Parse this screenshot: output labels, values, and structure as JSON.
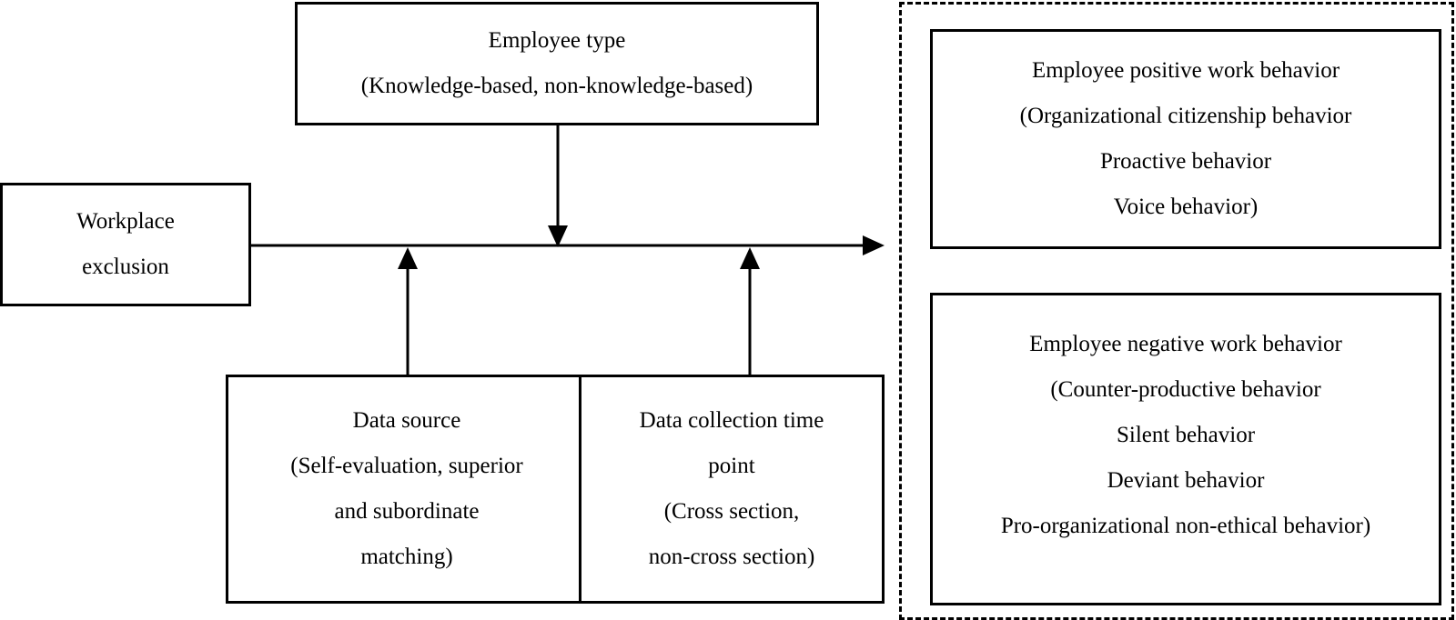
{
  "employee_type": {
    "title": "Employee type",
    "detail": "(Knowledge-based, non-knowledge-based)"
  },
  "workplace_exclusion": {
    "line1": "Workplace",
    "line2": "exclusion"
  },
  "data_source": {
    "line1": "Data source",
    "line2": "(Self-evaluation, superior",
    "line3": "and subordinate",
    "line4": "matching)"
  },
  "data_collection": {
    "line1": "Data collection time",
    "line2": "point",
    "line3": "(Cross section,",
    "line4": "non-cross section)"
  },
  "positive_behavior": {
    "title": "Employee positive work behavior",
    "item1": "(Organizational citizenship behavior",
    "item2": "Proactive behavior",
    "item3": "Voice behavior)"
  },
  "negative_behavior": {
    "title": "Employee negative work behavior",
    "item1": "(Counter-productive behavior",
    "item2": "Silent behavior",
    "item3": "Deviant behavior",
    "item4": "Pro-organizational non-ethical behavior)"
  }
}
